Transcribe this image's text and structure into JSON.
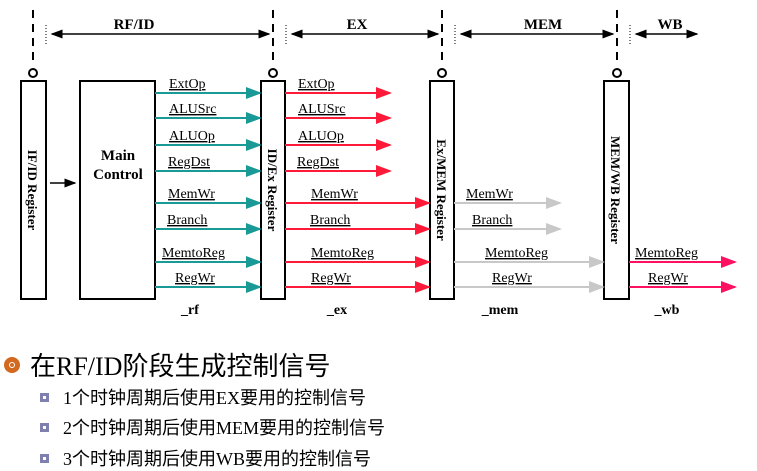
{
  "stages": [
    "RF/ID",
    "EX",
    "MEM",
    "WB"
  ],
  "registers": [
    "IF/ID Register",
    "ID/Ex Register",
    "Ex/MEM Register",
    "MEM/WB Register"
  ],
  "main_control": [
    "Main",
    "Control"
  ],
  "signals_rf": [
    "ExtOp",
    "ALUSrc",
    "ALUOp",
    "RegDst",
    "MemWr",
    "Branch",
    "MemtoReg",
    "RegWr"
  ],
  "signals_ex": [
    "ExtOp",
    "ALUSrc",
    "ALUOp",
    "RegDst",
    "MemWr",
    "Branch",
    "MemtoReg",
    "RegWr"
  ],
  "signals_mem": [
    "MemWr",
    "Branch",
    "MemtoReg",
    "RegWr"
  ],
  "signals_wb": [
    "MemtoReg",
    "RegWr"
  ],
  "suffixes": [
    "_rf",
    "_ex",
    "_mem",
    "_wb"
  ],
  "colors": {
    "rf": "#1a9a96",
    "ex": "#ff1a3a",
    "mem": "#c8c8c8",
    "wb": "#ff1060",
    "bullet": "#d2691e",
    "subbullet": "#7f7fb0"
  },
  "bullets": {
    "main": "在RF/ID阶段生成控制信号",
    "sub": [
      "1个时钟周期后使用EX要用的控制信号",
      "2个时钟周期后使用MEM要用的控制信号",
      "3个时钟周期后使用WB要用的控制信号"
    ]
  }
}
